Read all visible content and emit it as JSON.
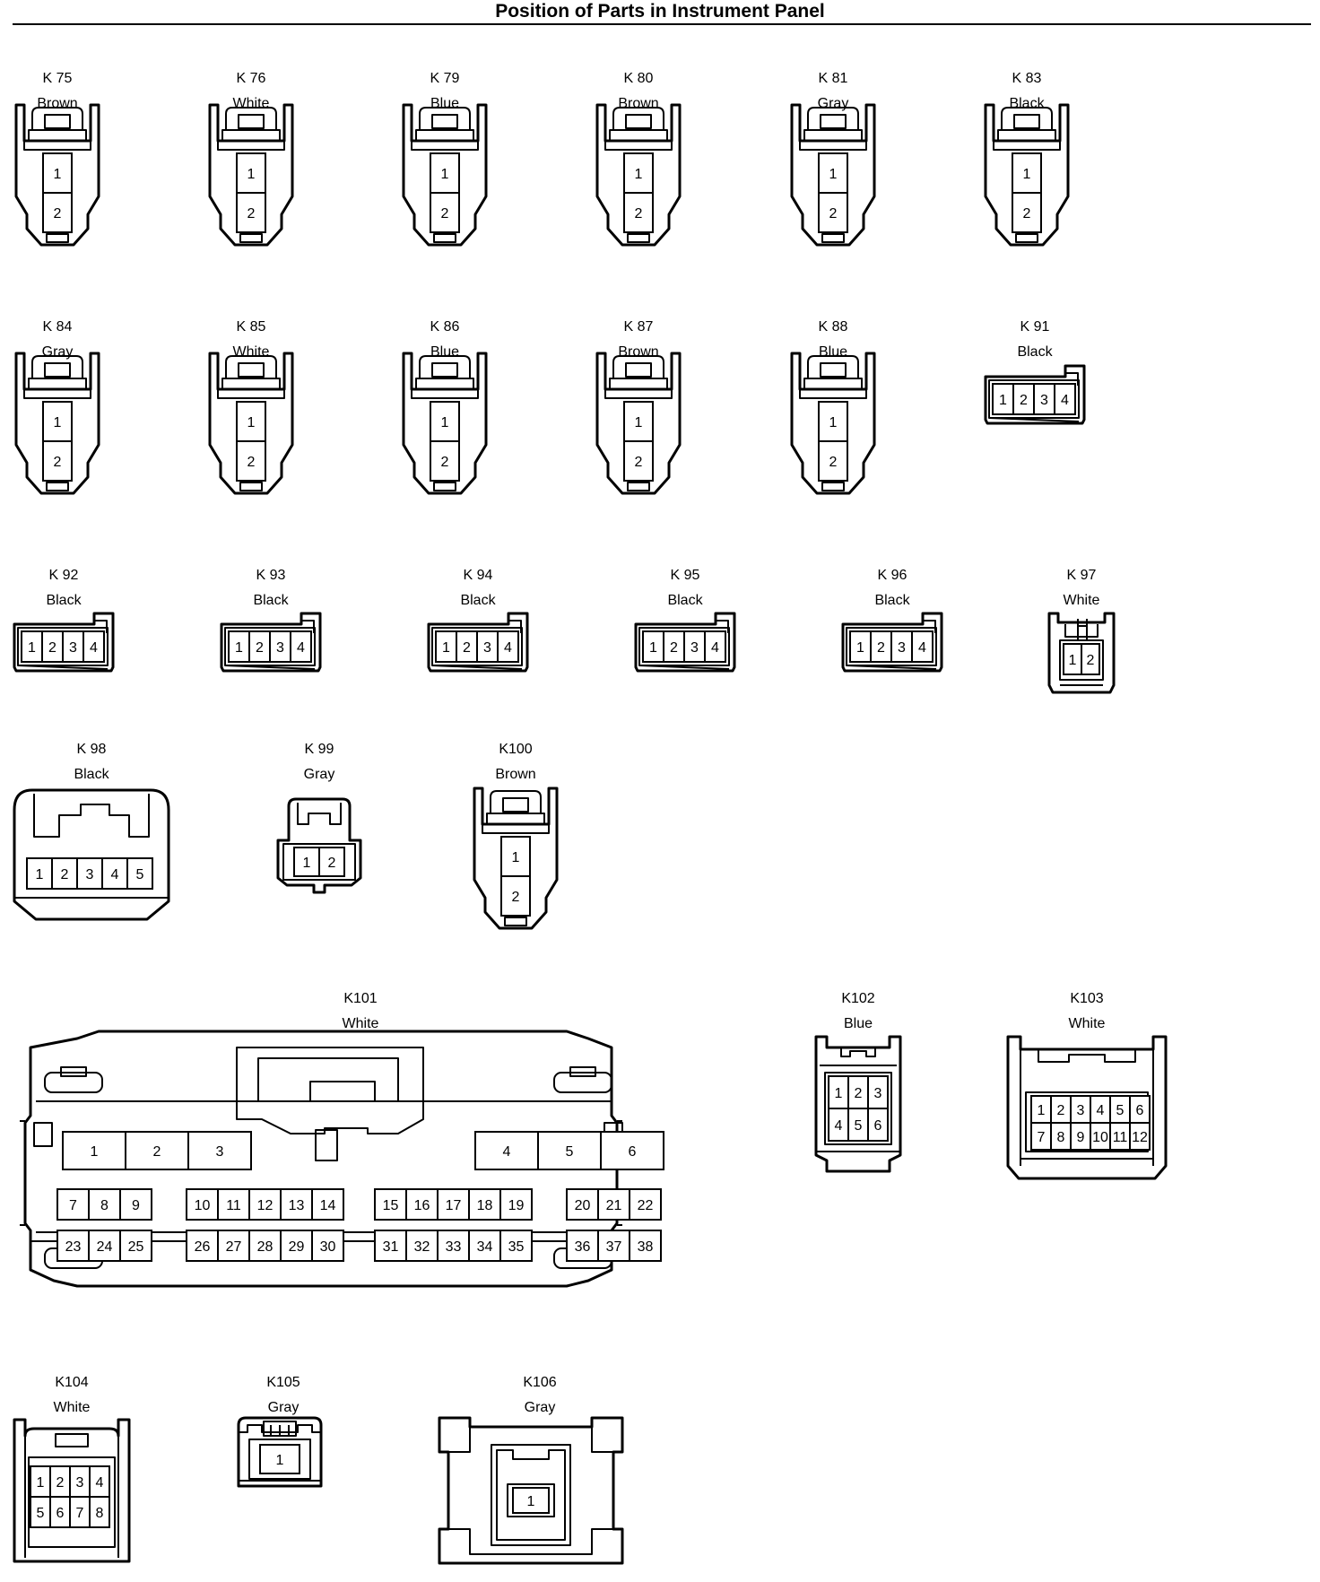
{
  "title": "Position of Parts in Instrument Panel",
  "connectors": [
    {
      "id": "K 75",
      "color": "Brown",
      "pins": [
        "1",
        "2"
      ]
    },
    {
      "id": "K 76",
      "color": "White",
      "pins": [
        "1",
        "2"
      ]
    },
    {
      "id": "K 79",
      "color": "Blue",
      "pins": [
        "1",
        "2"
      ]
    },
    {
      "id": "K 80",
      "color": "Brown",
      "pins": [
        "1",
        "2"
      ]
    },
    {
      "id": "K 81",
      "color": "Gray",
      "pins": [
        "1",
        "2"
      ]
    },
    {
      "id": "K 83",
      "color": "Black",
      "pins": [
        "1",
        "2"
      ]
    },
    {
      "id": "K 84",
      "color": "Gray",
      "pins": [
        "1",
        "2"
      ]
    },
    {
      "id": "K 85",
      "color": "White",
      "pins": [
        "1",
        "2"
      ]
    },
    {
      "id": "K 86",
      "color": "Blue",
      "pins": [
        "1",
        "2"
      ]
    },
    {
      "id": "K 87",
      "color": "Brown",
      "pins": [
        "1",
        "2"
      ]
    },
    {
      "id": "K 88",
      "color": "Blue",
      "pins": [
        "1",
        "2"
      ]
    },
    {
      "id": "K 91",
      "color": "Black",
      "pins": [
        "1",
        "2",
        "3",
        "4"
      ]
    },
    {
      "id": "K 92",
      "color": "Black",
      "pins": [
        "1",
        "2",
        "3",
        "4"
      ]
    },
    {
      "id": "K 93",
      "color": "Black",
      "pins": [
        "1",
        "2",
        "3",
        "4"
      ]
    },
    {
      "id": "K 94",
      "color": "Black",
      "pins": [
        "1",
        "2",
        "3",
        "4"
      ]
    },
    {
      "id": "K 95",
      "color": "Black",
      "pins": [
        "1",
        "2",
        "3",
        "4"
      ]
    },
    {
      "id": "K 96",
      "color": "Black",
      "pins": [
        "1",
        "2",
        "3",
        "4"
      ]
    },
    {
      "id": "K 97",
      "color": "White",
      "pins": [
        "1",
        "2"
      ]
    },
    {
      "id": "K 98",
      "color": "Black",
      "pins": [
        "1",
        "2",
        "3",
        "4",
        "5"
      ]
    },
    {
      "id": "K 99",
      "color": "Gray",
      "pins": [
        "1",
        "2"
      ]
    },
    {
      "id": "K100",
      "color": "Brown",
      "pins": [
        "1",
        "2"
      ]
    },
    {
      "id": "K101",
      "color": "White",
      "pins": [
        "1",
        "2",
        "3",
        "4",
        "5",
        "6",
        "7",
        "8",
        "9",
        "10",
        "11",
        "12",
        "13",
        "14",
        "15",
        "16",
        "17",
        "18",
        "19",
        "20",
        "21",
        "22",
        "23",
        "24",
        "25",
        "26",
        "27",
        "28",
        "29",
        "30",
        "31",
        "32",
        "33",
        "34",
        "35",
        "36",
        "37",
        "38"
      ]
    },
    {
      "id": "K102",
      "color": "Blue",
      "pins": [
        "1",
        "2",
        "3",
        "4",
        "5",
        "6"
      ]
    },
    {
      "id": "K103",
      "color": "White",
      "pins": [
        "1",
        "2",
        "3",
        "4",
        "5",
        "6",
        "7",
        "8",
        "9",
        "10",
        "11",
        "12"
      ]
    },
    {
      "id": "K104",
      "color": "White",
      "pins": [
        "1",
        "2",
        "3",
        "4",
        "5",
        "6",
        "7",
        "8"
      ]
    },
    {
      "id": "K105",
      "color": "Gray",
      "pins": [
        "1"
      ]
    },
    {
      "id": "K106",
      "color": "Gray",
      "pins": [
        "1"
      ]
    }
  ]
}
